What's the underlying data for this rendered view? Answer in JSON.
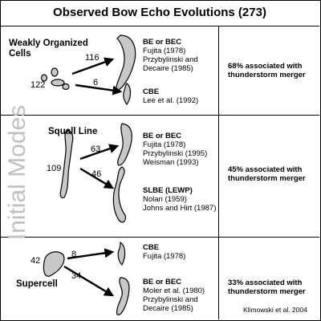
{
  "title": "Observed Bow Echo Evolutions (273)",
  "initial_modes_label": "Initial Modes",
  "credit": "Klimowski et al. 2004",
  "sections": [
    {
      "mode": [
        "Weakly Organized",
        "Cells"
      ],
      "count": "122",
      "branches": [
        {
          "count": "116",
          "name": "BE or BEC",
          "refs": [
            "Fujita (1978)",
            "Przybylinski and",
            "Decaire (1985)"
          ]
        },
        {
          "count": "6",
          "name": "CBE",
          "refs": [
            "Lee et al. (1992)"
          ]
        }
      ],
      "percent": [
        "68% associated with",
        "thunderstorm merger"
      ]
    },
    {
      "mode": [
        "Squall Line"
      ],
      "count": "109",
      "branches": [
        {
          "count": "63",
          "name": "BE or BEC",
          "refs": [
            "Fujita (1978)",
            "Przybylinski (1995)",
            "Weisman (1993)"
          ]
        },
        {
          "count": "46",
          "name": "SLBE (LEWP)",
          "refs": [
            "Nolan (1959)",
            "Johns and Hirt (1987)"
          ]
        }
      ],
      "percent": [
        "45% associated with",
        "thunderstorm merger"
      ]
    },
    {
      "mode": [
        "Supercell"
      ],
      "count": "42",
      "branches": [
        {
          "count": "8",
          "name": "CBE",
          "refs": [
            "Fujita (1978)"
          ]
        },
        {
          "count": "34",
          "name": "BE or BEC",
          "refs": [
            "Moler et al. (1980)",
            "Przybylinski and",
            "Decaire (1985)"
          ]
        }
      ],
      "percent": [
        "33% associated with",
        "thunderstorm merger"
      ]
    }
  ]
}
